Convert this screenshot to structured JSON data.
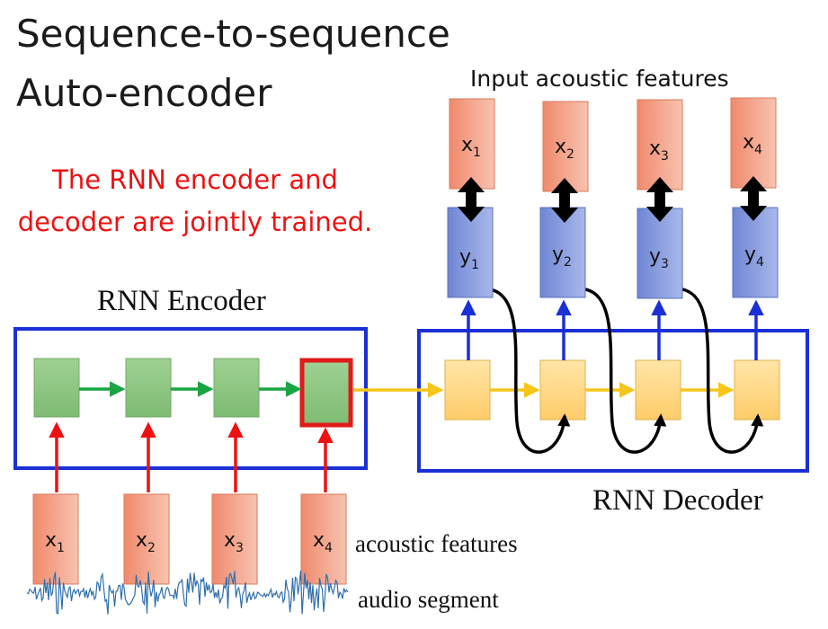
{
  "title_line1": "Sequence-to-sequence",
  "title_line2": "Auto-encoder",
  "note_line1": "The RNN encoder and",
  "note_line2": "decoder are jointly trained.",
  "encoder_label": "RNN Encoder",
  "decoder_label": "RNN Decoder",
  "input_features_label": "Input acoustic features",
  "acoustic_features_label": "acoustic features",
  "audio_segment_label": "audio segment",
  "inputs": [
    {
      "base": "x",
      "sub": "1"
    },
    {
      "base": "x",
      "sub": "2"
    },
    {
      "base": "x",
      "sub": "3"
    },
    {
      "base": "x",
      "sub": "4"
    }
  ],
  "reconstructed": [
    {
      "base": "x",
      "sub": "1"
    },
    {
      "base": "x",
      "sub": "2"
    },
    {
      "base": "x",
      "sub": "3"
    },
    {
      "base": "x",
      "sub": "4"
    }
  ],
  "outputs": [
    {
      "base": "y",
      "sub": "1"
    },
    {
      "base": "y",
      "sub": "2"
    },
    {
      "base": "y",
      "sub": "3"
    },
    {
      "base": "y",
      "sub": "4"
    }
  ],
  "colors": {
    "encoder_box": "#1a2fd6",
    "decoder_box": "#1a2fd6",
    "encoder_cell": "#8fc784",
    "decoder_cell": "#ffd27f",
    "feature_box": "#f4a08a",
    "output_box": "#7f95d8",
    "red_arrow": "#ee1111",
    "green_arrow": "#19a544",
    "yellow_arrow": "#f5c518",
    "blue_arrow": "#1a2fd6",
    "highlight": "#e11a1a",
    "waveform": "#2f6fae"
  }
}
